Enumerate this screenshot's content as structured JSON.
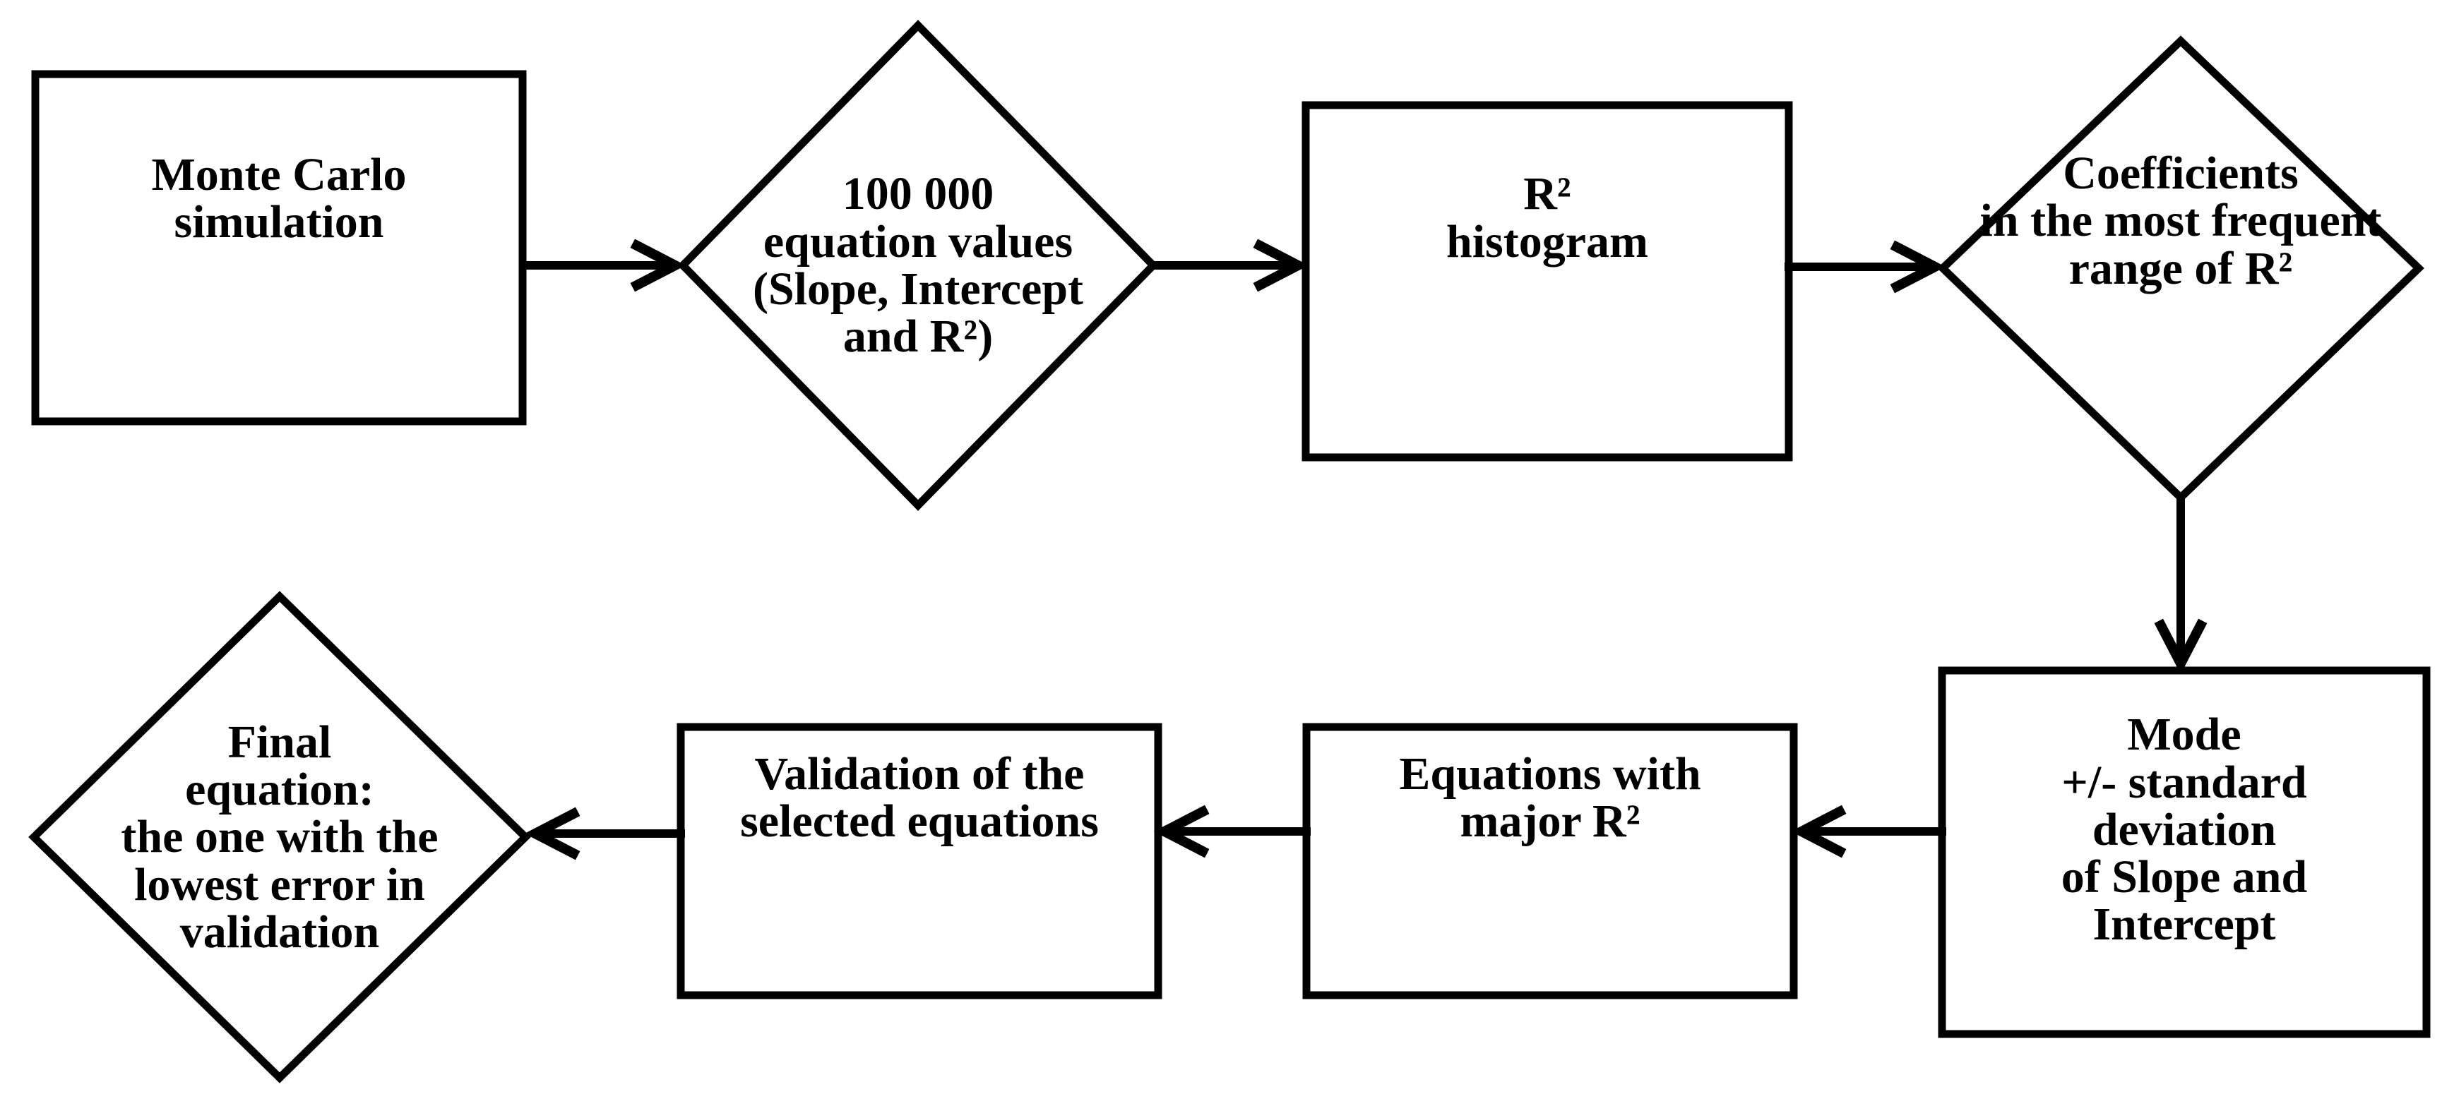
{
  "diagram": {
    "title": "Monte Carlo regression equation selection flowchart",
    "background_color": "#ffffff",
    "stroke_color": "#000000"
  },
  "nodes": [
    {
      "id": "monte-carlo",
      "shape": "rectangle",
      "label": "Monte Carlo\nsimulation"
    },
    {
      "id": "equation-values",
      "shape": "diamond",
      "label": "100 000\nequation values\n(Slope, Intercept\nand R²)"
    },
    {
      "id": "r2-histogram",
      "shape": "rectangle",
      "label": "R²\nhistogram"
    },
    {
      "id": "coefficients-range",
      "shape": "diamond",
      "label": "Coefficients\nin the most frequent\nrange of R²"
    },
    {
      "id": "mode-standard-deviation",
      "shape": "rectangle",
      "label": "Mode\n+/- standard\ndeviation\nof Slope and\nIntercept"
    },
    {
      "id": "equations-major-r2",
      "shape": "rectangle",
      "label": "Equations with\nmajor R²"
    },
    {
      "id": "validation",
      "shape": "rectangle",
      "label": "Validation of the\nselected equations"
    },
    {
      "id": "final-equation",
      "shape": "diamond",
      "label": "Final\nequation:\nthe one with the\nlowest error in\nvalidation"
    }
  ],
  "edges": [
    {
      "from": "monte-carlo",
      "to": "equation-values",
      "direction": "right"
    },
    {
      "from": "equation-values",
      "to": "r2-histogram",
      "direction": "right"
    },
    {
      "from": "r2-histogram",
      "to": "coefficients-range",
      "direction": "right"
    },
    {
      "from": "coefficients-range",
      "to": "mode-standard-deviation",
      "direction": "down"
    },
    {
      "from": "mode-standard-deviation",
      "to": "equations-major-r2",
      "direction": "left"
    },
    {
      "from": "equations-major-r2",
      "to": "validation",
      "direction": "left"
    },
    {
      "from": "validation",
      "to": "final-equation",
      "direction": "left"
    }
  ]
}
